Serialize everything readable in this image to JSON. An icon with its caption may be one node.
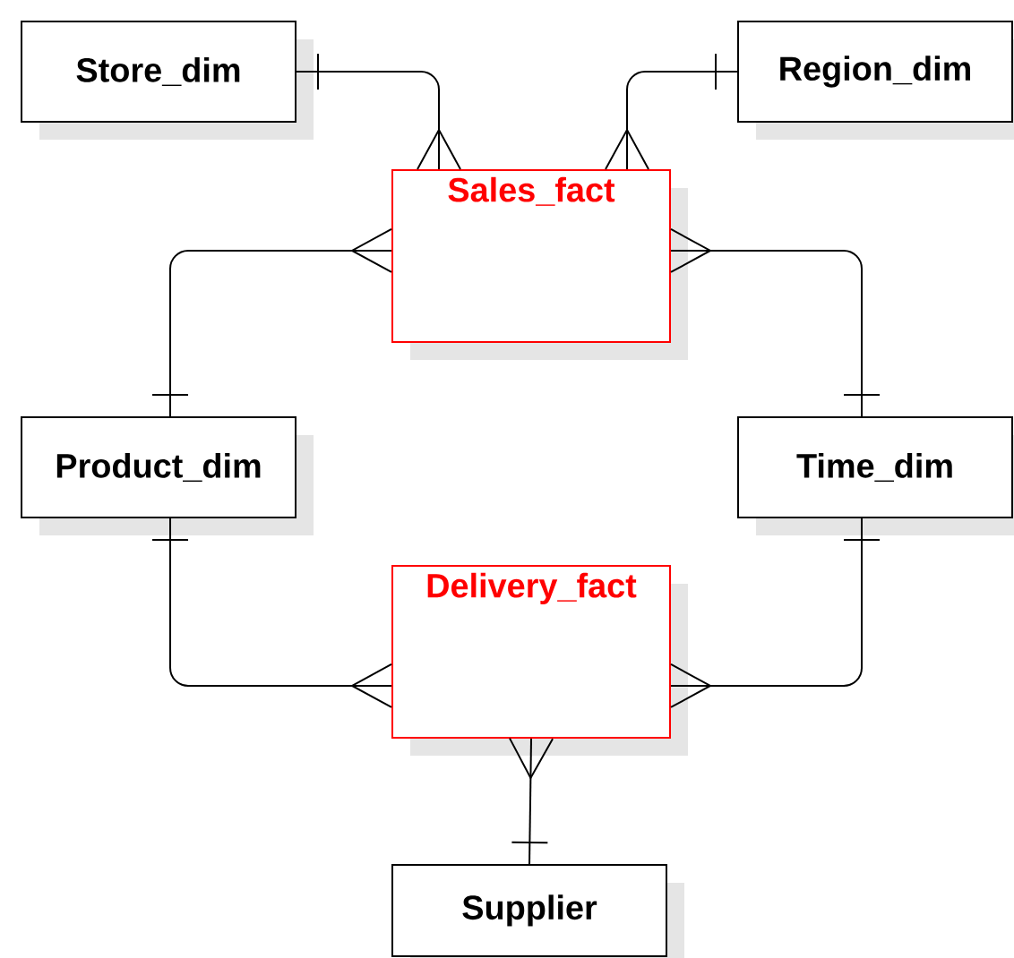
{
  "diagram": {
    "nodes": [
      {
        "text": [
          "Store_dim"
        ]
      },
      {
        "text": [
          "Region_dim"
        ]
      },
      {
        "text": [
          "Sales_fact"
        ]
      },
      {
        "text": [
          "Product_dim"
        ]
      },
      {
        "text": [
          "Time_dim"
        ]
      },
      {
        "text": [
          "Delivery_fact"
        ]
      },
      {
        "text": [
          "Supplier"
        ]
      }
    ],
    "edges": [
      {
        "from": 0,
        "to": 2,
        "arrow": "other"
      },
      {
        "from": 1,
        "to": 2,
        "arrow": "other"
      },
      {
        "from": 3,
        "to": 2,
        "arrow": "other"
      },
      {
        "from": 4,
        "to": 2,
        "arrow": "other"
      },
      {
        "from": 3,
        "to": 5,
        "arrow": "other"
      },
      {
        "from": 4,
        "to": 5,
        "arrow": "other"
      },
      {
        "from": 6,
        "to": 5,
        "arrow": "other"
      }
    ]
  }
}
